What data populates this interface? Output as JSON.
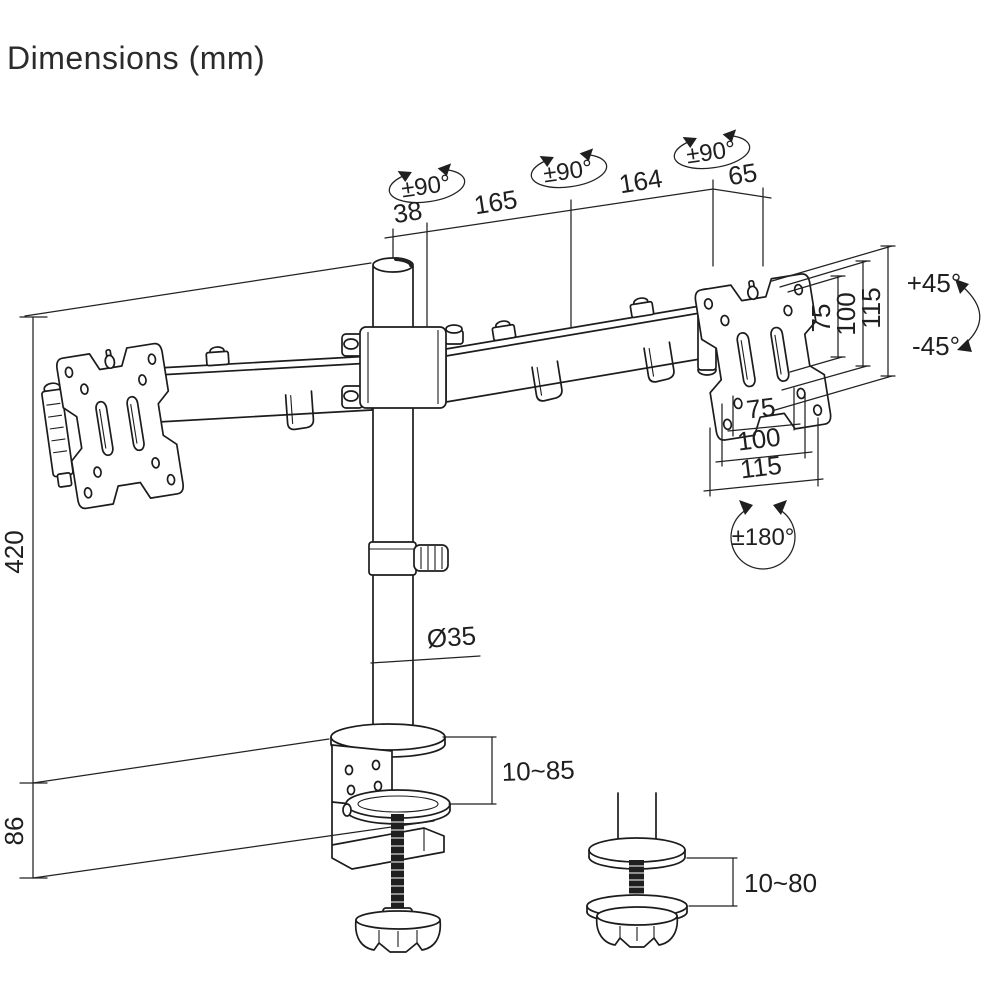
{
  "title": "Dimensions (mm)",
  "rotations": {
    "arm_left": "±90°",
    "arm_center": "±90°",
    "arm_right": "±90°",
    "tilt_up": "+45°",
    "tilt_down": "-45°",
    "screen": "±180°"
  },
  "dimensions": {
    "top_chain": {
      "pole_offset": "38",
      "left_arm": "165",
      "right_arm": "164",
      "head_offset": "65"
    },
    "vesa_vertical": {
      "inner": "75",
      "middle": "100",
      "outer": "115"
    },
    "vesa_horizontal": {
      "inner": "75",
      "middle": "100",
      "outer": "115"
    },
    "pole_height": "420",
    "clamp_depth": "86",
    "pole_diameter": "Ø35",
    "clamp_range": "10~85",
    "grommet_range": "10~80"
  }
}
